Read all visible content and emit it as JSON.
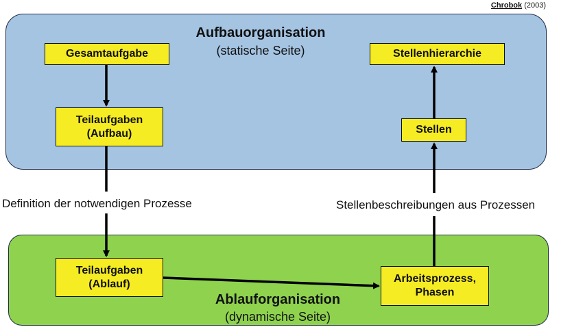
{
  "citation": {
    "author": "Chrobok",
    "year": "(2003)"
  },
  "top_region": {
    "title": "Aufbauorganisation",
    "subtitle": "(statische Seite)"
  },
  "bottom_region": {
    "title": "Ablauforganisation",
    "subtitle": "(dynamische Seite)"
  },
  "boxes": {
    "gesamtaufgabe": [
      "Gesamtaufgabe"
    ],
    "teilaufgaben_aufbau": [
      "Teilaufgaben",
      "(Aufbau)"
    ],
    "stellenhierarchie": [
      "Stellenhierarchie"
    ],
    "stellen": [
      "Stellen"
    ],
    "teilaufgaben_ablauf": [
      "Teilaufgaben",
      "(Ablauf)"
    ],
    "arbeitsprozess": [
      "Arbeitsprozess,",
      "Phasen"
    ]
  },
  "edge_labels": {
    "left": "Definition der notwendigen Prozesse",
    "right": "Stellenbeschreibungen aus Prozessen"
  }
}
